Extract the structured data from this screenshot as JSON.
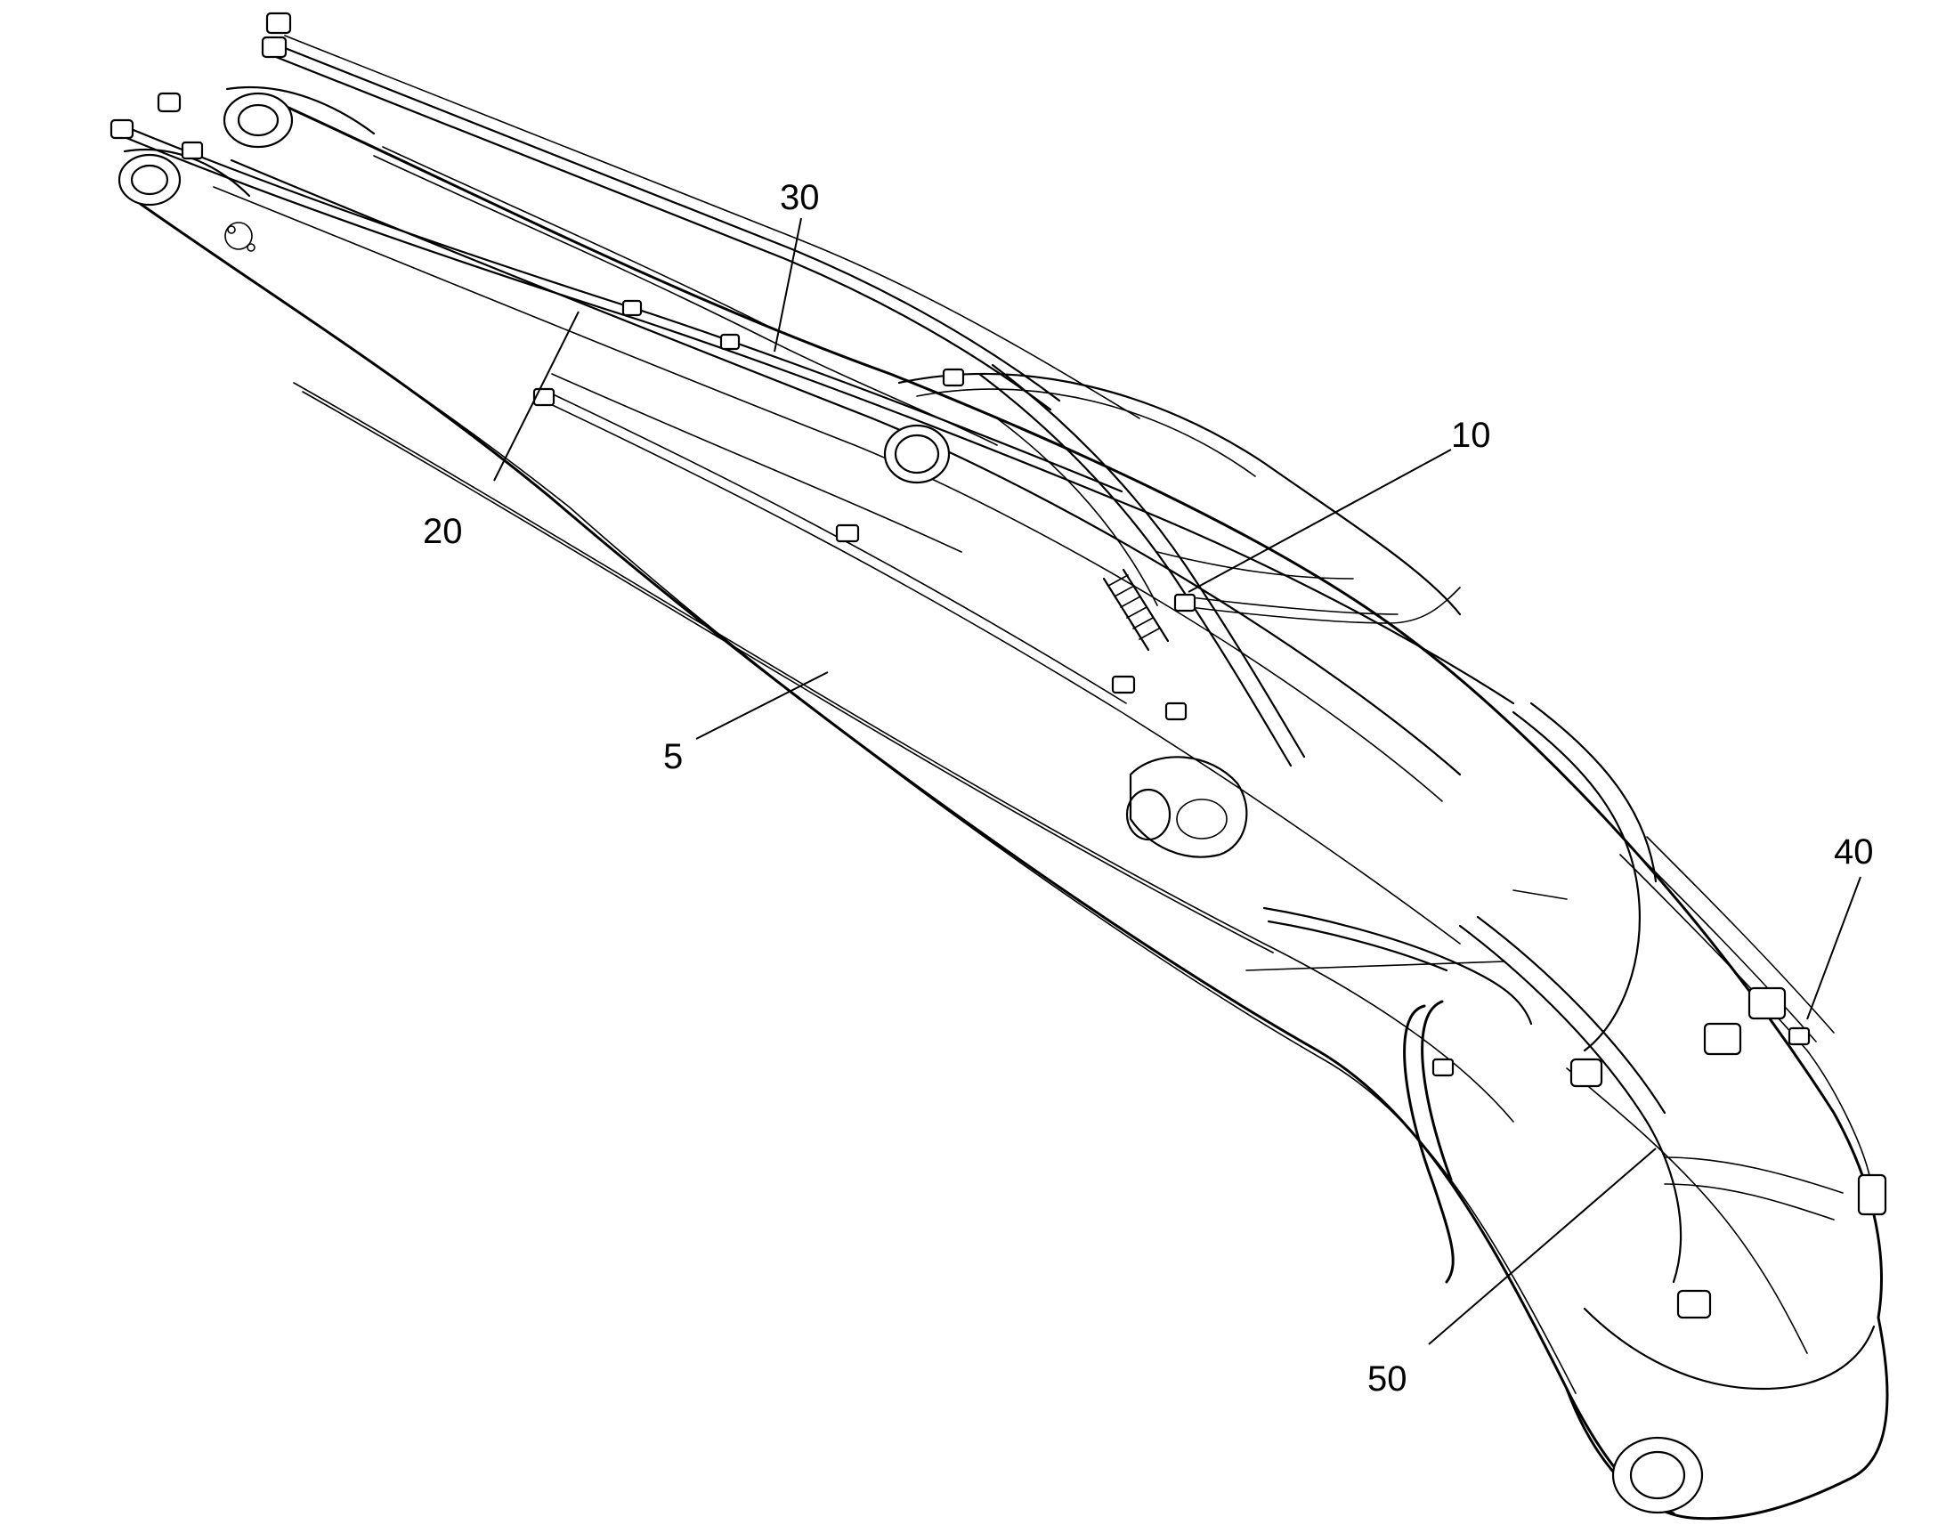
{
  "figure": {
    "background": "#ffffff",
    "line_color": "#000000",
    "labels": [
      {
        "id": "label-5",
        "text": "5"
      },
      {
        "id": "label-10",
        "text": "10"
      },
      {
        "id": "label-20",
        "text": "20"
      },
      {
        "id": "label-30",
        "text": "30"
      },
      {
        "id": "label-40",
        "text": "40"
      },
      {
        "id": "label-50",
        "text": "50"
      }
    ]
  }
}
